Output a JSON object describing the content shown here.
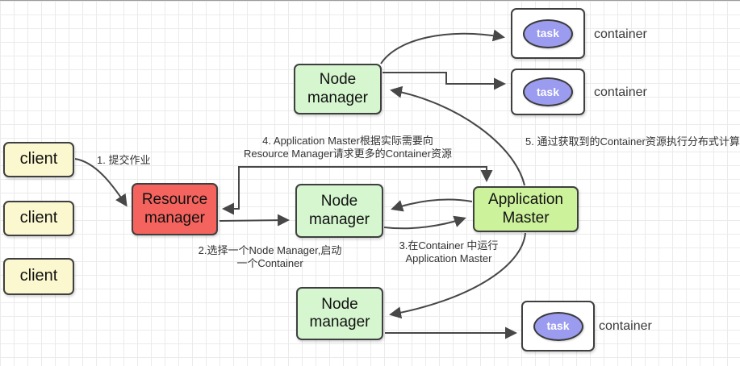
{
  "nodes": {
    "clients": [
      {
        "label": "client"
      },
      {
        "label": "client"
      },
      {
        "label": "client"
      }
    ],
    "resource_manager": {
      "label": "Resource manager"
    },
    "node_managers": [
      {
        "label": "Node manager"
      },
      {
        "label": "Node manager"
      },
      {
        "label": "Node manager"
      }
    ],
    "application_master": {
      "label": "Application Master"
    },
    "containers": [
      {
        "task_label": "task",
        "label": "container"
      },
      {
        "task_label": "task",
        "label": "container"
      },
      {
        "task_label": "task",
        "label": "container"
      }
    ]
  },
  "annotations": {
    "step1": "1. 提交作业",
    "step2": [
      "2.选择一个Node Manager,启动",
      "一个Container"
    ],
    "step3": [
      "3.在Container 中运行",
      "Application Master"
    ],
    "step4": [
      "4. Application Master根据实际需要向",
      "Resource Manager请求更多的Container资源"
    ],
    "step5": "5. 通过获取到的Container资源执行分布式计算"
  },
  "colors": {
    "client_fill": "#fbf8cf",
    "resource_manager_fill": "#f4635e",
    "node_manager_fill": "#d5f6cf",
    "application_master_fill": "#cdf29c",
    "task_fill": "#9b9bef",
    "container_fill": "#ffffff",
    "shape_border": "#3f3f3f",
    "arrow": "#474747",
    "grid_line": "#ebebeb"
  }
}
